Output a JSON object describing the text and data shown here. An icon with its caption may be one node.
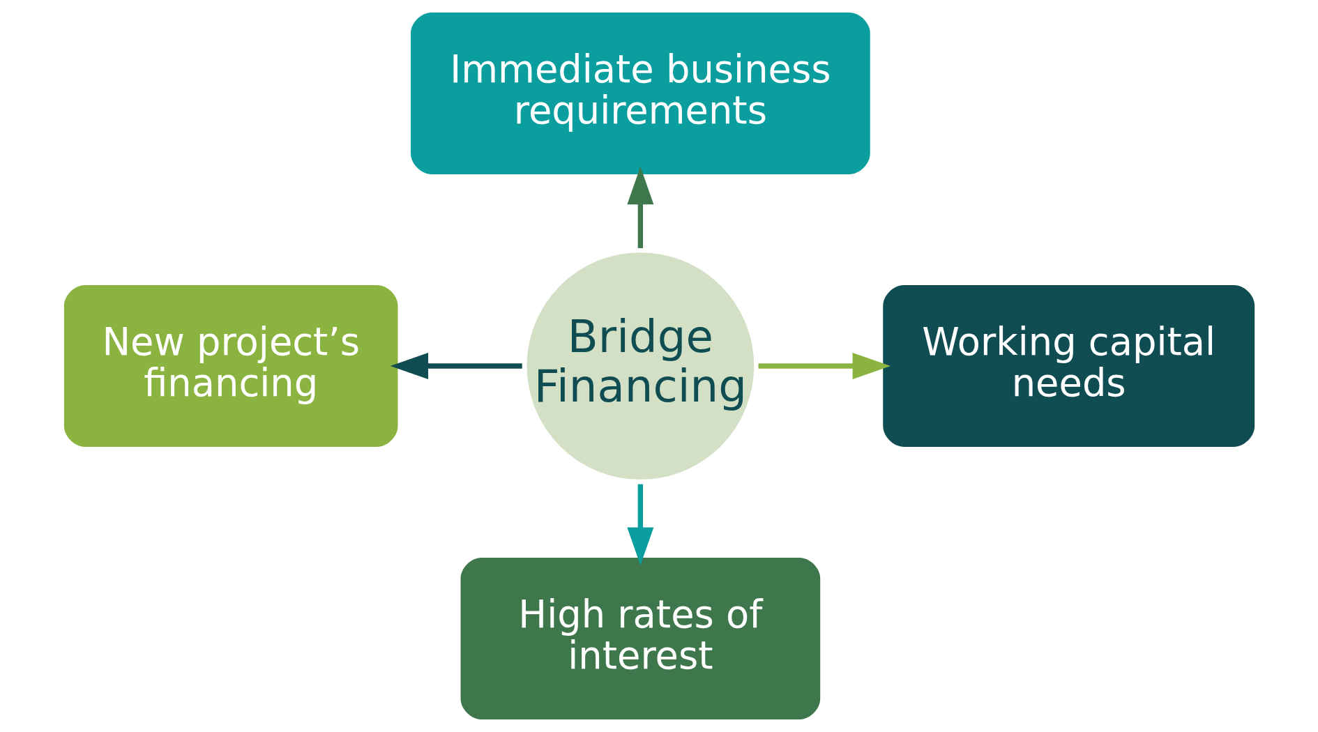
{
  "diagram": {
    "nodes": [
      {
        "text": [
          "Immediate business requirements"
        ]
      },
      {
        "text": [
          "New project’s financing"
        ]
      },
      {
        "text": [
          "Bridge Financing"
        ]
      },
      {
        "text": [
          "Working capital needs"
        ]
      },
      {
        "text": [
          "High rates of interest"
        ]
      }
    ],
    "edges": [
      {
        "from": 2,
        "to": 0,
        "arrow": "to",
        "color": "#3f774d"
      },
      {
        "from": 2,
        "to": 3,
        "arrow": "to",
        "color": "#8ab33f"
      },
      {
        "from": 2,
        "to": 4,
        "arrow": "to",
        "color": "#0a9e9e"
      },
      {
        "from": 2,
        "to": 1,
        "arrow": "to",
        "color": "#0f4d52"
      }
    ]
  }
}
